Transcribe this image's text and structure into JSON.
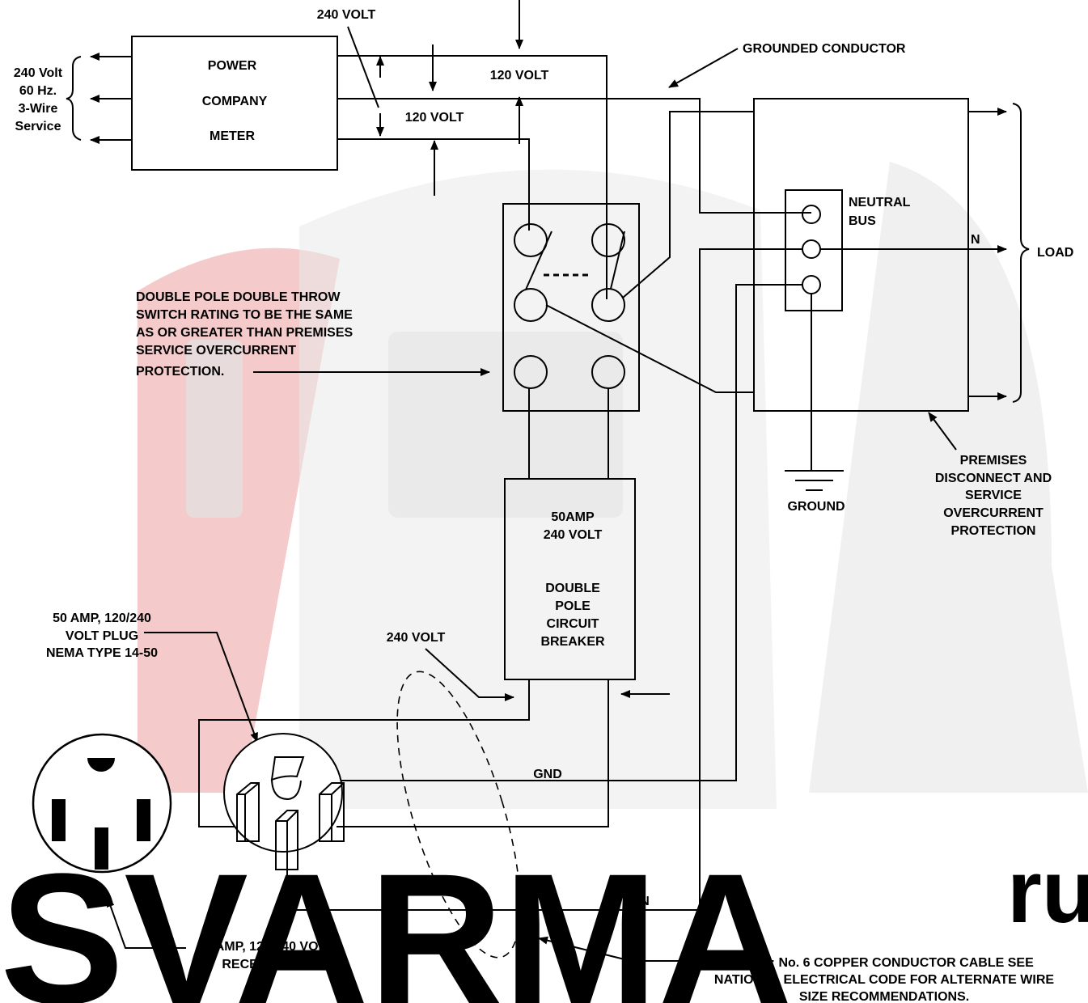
{
  "colors": {
    "line": "#000000",
    "watermark_gray": "#e2e2e2",
    "watermark_red": "#f3c4c4",
    "watermark_text": "#ececec"
  },
  "watermark": {
    "brand": "SVARMA",
    "suffix": "ru"
  },
  "service": {
    "lines": [
      "240 Volt",
      "60 Hz.",
      "3-Wire",
      "Service"
    ]
  },
  "meter": {
    "line1": "POWER",
    "line2": "COMPANY",
    "line3": "METER"
  },
  "voltages": {
    "top": "240 VOLT",
    "upper": "120 VOLT",
    "lower": "120 VOLT",
    "breaker_out": "240 VOLT"
  },
  "grounded_conductor": "GROUNDED CONDUCTOR",
  "neutral_bus": {
    "line1": "NEUTRAL",
    "line2": "BUS"
  },
  "load": {
    "label": "LOAD",
    "n": "N"
  },
  "switch_note": {
    "lines": [
      "DOUBLE POLE DOUBLE THROW",
      "SWITCH RATING TO BE THE SAME",
      "AS OR GREATER THAN PREMISES",
      "SERVICE OVERCURRENT",
      "PROTECTION."
    ]
  },
  "breaker": {
    "line1": "50AMP",
    "line2": "240 VOLT",
    "line3": "DOUBLE",
    "line4": "POLE",
    "line5": "CIRCUIT",
    "line6": "BREAKER"
  },
  "ground": "GROUND",
  "premises": {
    "lines": [
      "PREMISES",
      "DISCONNECT AND",
      "SERVICE",
      "OVERCURRENT",
      "PROTECTION"
    ]
  },
  "plug": {
    "lines": [
      "50 AMP, 120/240",
      "VOLT PLUG",
      "NEMA TYPE 14-50"
    ]
  },
  "gnd": "GND",
  "n_wire": "N",
  "receptacle": {
    "lines": [
      "50 AMP, 120/240 VOLT",
      "RECEPTACLE"
    ]
  },
  "note": {
    "lines": [
      "NOTE:  No. 6 COPPER CONDUCTOR CABLE SEE",
      "NATIONAL ELECTRICAL CODE FOR ALTERNATE WIRE",
      "SIZE RECOMMENDATIONS."
    ]
  }
}
